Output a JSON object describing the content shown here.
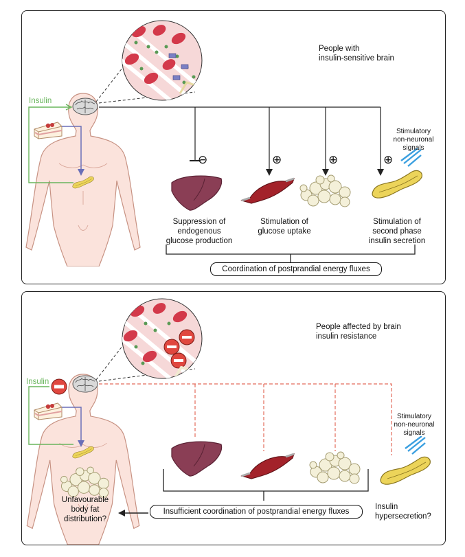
{
  "panel_top": {
    "title": "People with\ninsulin-sensitive brain",
    "insulin_label": "Insulin",
    "signals": "Stimulatory\nnon-neuronal\nsignals",
    "effects": [
      "Suppression of\nendogenous\nglucose production",
      "Stimulation of\nglucose uptake",
      "Stimulation of\nsecond phase\ninsulin secretion"
    ],
    "signs": [
      "⊖",
      "⊕",
      "⊕",
      "⊕"
    ],
    "summary": "Coordination of postprandial energy fluxes"
  },
  "panel_bottom": {
    "title": "People affected by brain\ninsulin resistance",
    "insulin_label": "Insulin",
    "signals": "Stimulatory\nnon-neuronal\nsignals",
    "summary": "Insufficient coordination of postprandial energy fluxes",
    "fat_outcome": "Unfavourable\nbody fat\ndistribution?",
    "insulin_outcome": "Insulin\nhypersecretion?"
  },
  "colors": {
    "frame": "#222222",
    "insulin_path": "#69b55c",
    "blood_path": "#6a6fb8",
    "impaired": "#e36b5a",
    "liver": "#8a3e55",
    "muscle": "#a3222a",
    "pancreas": "#ecd45a",
    "signal_arrows": "#3a9fe0"
  }
}
